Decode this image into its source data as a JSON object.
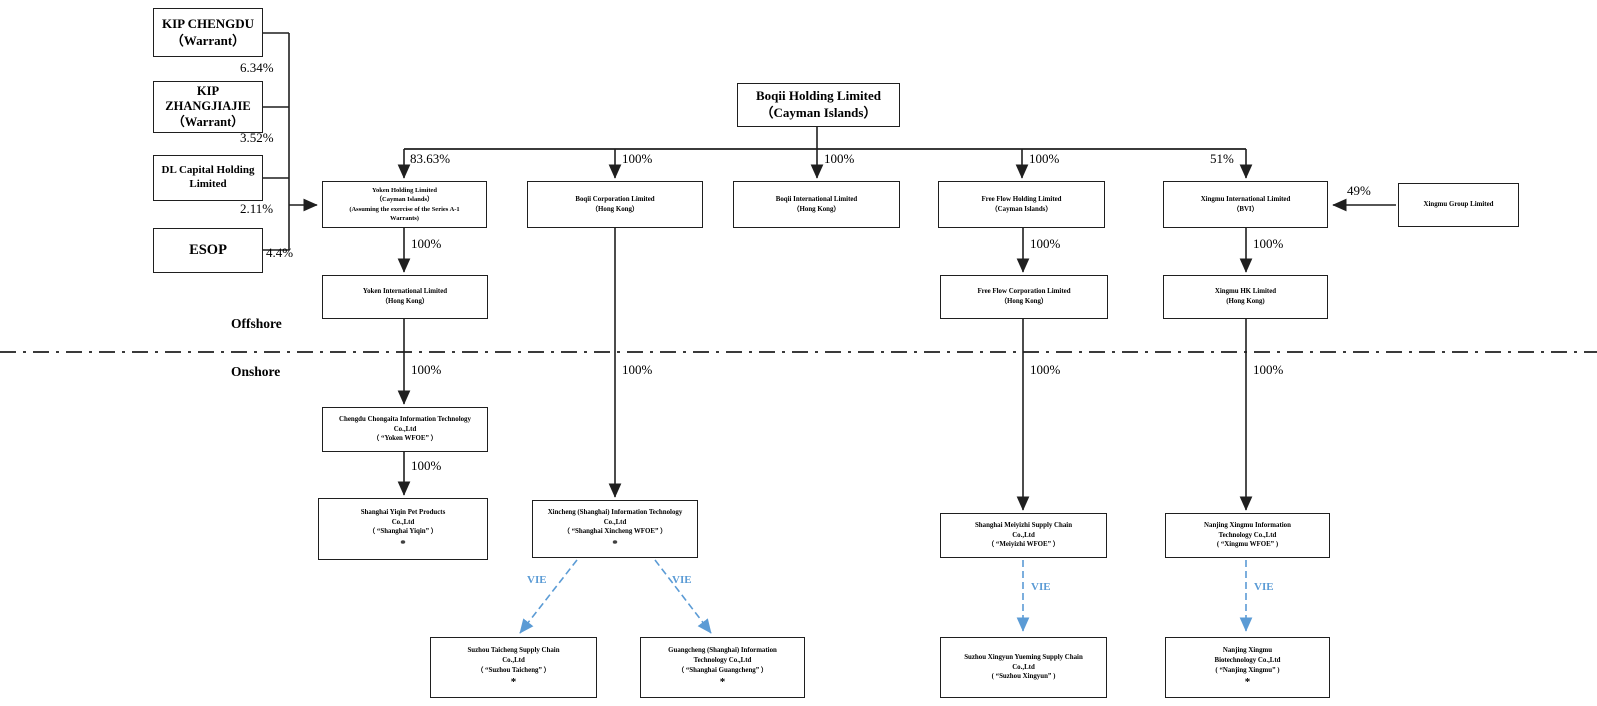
{
  "colors": {
    "line": "#1f1f1f",
    "vie_blue": "#5b9bd5",
    "background": "#ffffff"
  },
  "regions": {
    "offshore": "Offshore",
    "onshore": "Onshore"
  },
  "labels": {
    "vie": "VIE"
  },
  "nodes": {
    "kip_chengdu": {
      "lines": [
        "KIP CHENGDU",
        "（Warrant）"
      ]
    },
    "kip_zhangjiajie": {
      "lines": [
        "KIP",
        "ZHANGJIAJIE",
        "（Warrant）"
      ]
    },
    "dl_capital": {
      "lines": [
        "DL Capital Holding",
        "Limited"
      ]
    },
    "esop": {
      "lines": [
        "ESOP"
      ]
    },
    "boqii_holding": {
      "lines": [
        "Boqii Holding Limited",
        "（Cayman Islands）"
      ]
    },
    "yoken_holding": {
      "lines": [
        "Yoken Holding Limited",
        "（Cayman Islands）",
        "(Assuming the exercise of the Series A-1",
        "Warrants)"
      ]
    },
    "boqii_corporation": {
      "lines": [
        "Boqii Corporation Limited",
        "（Hong Kong）"
      ]
    },
    "boqii_international": {
      "lines": [
        "Boqii International Limited",
        "（Hong Kong）"
      ]
    },
    "free_flow_holding": {
      "lines": [
        "Free Flow Holding Limited",
        "（Cayman Islands）"
      ]
    },
    "xingmu_international": {
      "lines": [
        "Xingmu International Limited",
        "（BVI）"
      ]
    },
    "xingmu_group": {
      "lines": [
        "Xingmu Group Limited"
      ]
    },
    "yoken_international": {
      "lines": [
        "Yoken International Limited",
        "（Hong Kong）"
      ]
    },
    "free_flow_corporation": {
      "lines": [
        "Free Flow Corporation Limited",
        "（Hong Kong）"
      ]
    },
    "xingmu_hk": {
      "lines": [
        "Xingmu HK Limited",
        "(Hong Kong)"
      ]
    },
    "yoken_wfoe": {
      "lines": [
        "Chengdu Chongaita Information Technology",
        "Co.,Ltd",
        "（ “Yoken WFOE” ）"
      ]
    },
    "shanghai_yiqin": {
      "lines": [
        "Shanghai Yiqin Pet Products",
        "Co.,Ltd",
        "（ “Shanghai Yiqin” ）"
      ],
      "asterisk": "*"
    },
    "xincheng_wfoe": {
      "lines": [
        "Xincheng (Shanghai) Information Technology",
        "Co.,Ltd",
        "（ “Shanghai Xincheng WFOE” ）"
      ],
      "asterisk": "*"
    },
    "meiyizhi_wfoe": {
      "lines": [
        "Shanghai Meiyizhi Supply Chain",
        "Co.,Ltd",
        "（ “Meiyizhi WFOE” ）"
      ]
    },
    "xingmu_wfoe": {
      "lines": [
        "Nanjing Xingmu Information",
        "Technology Co.,Ltd",
        "( “Xingmu WFOE” )"
      ]
    },
    "suzhou_taicheng": {
      "lines": [
        "Suzhou Taicheng Supply Chain",
        "Co.,Ltd",
        "（ “Suzhou Taicheng” ）"
      ],
      "asterisk": "*"
    },
    "guangcheng": {
      "lines": [
        "Guangcheng (Shanghai) Information",
        "Technology Co.,Ltd",
        "（ “Shanghai Guangcheng” ）"
      ],
      "asterisk": "*"
    },
    "suzhou_xingyun": {
      "lines": [
        "Suzhou Xingyun Yueming Supply Chain",
        "Co.,Ltd",
        "( “Suzhou Xingyun” )"
      ]
    },
    "nanjing_xingmu_bio": {
      "lines": [
        "Nanjing Xingmu",
        "Biotechnology Co.,Ltd",
        "( “Nanjing Xingmu” )"
      ],
      "asterisk": "*"
    }
  },
  "edges": {
    "kip_chengdu": "6.34%",
    "kip_zhangjiajie": "3.52%",
    "dl_capital": "2.11%",
    "esop": "4.4%",
    "yoken_holding": "83.63%",
    "boqii_corporation": "100%",
    "boqii_international": "100%",
    "free_flow_holding": "100%",
    "xingmu_international": "51%",
    "xingmu_group": "49%",
    "yoken_international": "100%",
    "free_flow_corporation": "100%",
    "xingmu_hk": "100%",
    "yoken_wfoe": "100%",
    "xincheng_wfoe": "100%",
    "meiyizhi_wfoe": "100%",
    "xingmu_wfoe": "100%",
    "shanghai_yiqin": "100%"
  }
}
